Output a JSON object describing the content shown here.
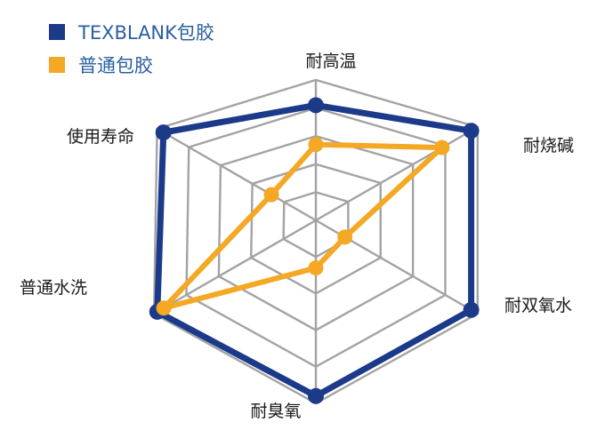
{
  "chart_data": {
    "type": "radar",
    "axes": [
      "耐高温",
      "耐烧碱",
      "耐双氧水",
      "耐臭氧",
      "普通水洗",
      "使用寿命"
    ],
    "levels": 5,
    "range": [
      0,
      5
    ],
    "series": [
      {
        "name": "TEXBLANK包胶",
        "color": "#1c3a8a",
        "values": [
          4.1,
          4.8,
          4.8,
          4.8,
          4.9,
          4.8
        ]
      },
      {
        "name": "普通包胶",
        "color": "#f4a824",
        "values": [
          2.7,
          3.9,
          0.9,
          1.3,
          4.7,
          1.4
        ]
      }
    ],
    "legend": "top-left",
    "grid": true
  }
}
